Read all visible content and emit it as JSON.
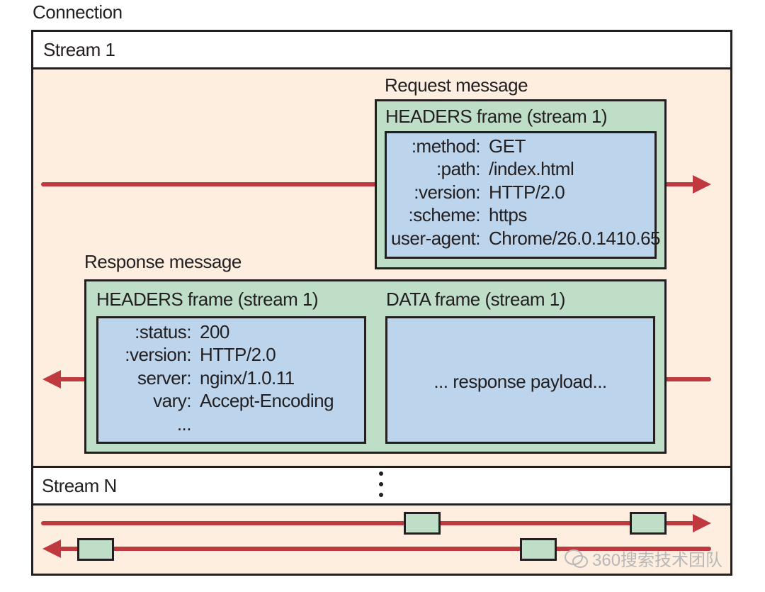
{
  "connection_label": "Connection",
  "stream1": {
    "title": "Stream 1",
    "request": {
      "label": "Request message",
      "frame_title": "HEADERS frame (stream 1)",
      "headers": [
        {
          "key": ":method:",
          "value": "GET"
        },
        {
          "key": ":path:",
          "value": "/index.html"
        },
        {
          "key": ":version:",
          "value": "HTTP/2.0"
        },
        {
          "key": ":scheme:",
          "value": "https"
        },
        {
          "key": "user-agent:",
          "value": "Chrome/26.0.1410.65"
        }
      ]
    },
    "response": {
      "label": "Response message",
      "headers_frame_title": "HEADERS frame (stream 1)",
      "headers": [
        {
          "key": ":status:",
          "value": "200"
        },
        {
          "key": ":version:",
          "value": "HTTP/2.0"
        },
        {
          "key": "server:",
          "value": "nginx/1.0.11"
        },
        {
          "key": "vary:",
          "value": "Accept-Encoding"
        },
        {
          "key": "...",
          "value": ""
        }
      ],
      "data_frame_title": "DATA frame (stream 1)",
      "payload": "... response payload..."
    }
  },
  "streamN": {
    "title": "Stream N"
  },
  "watermark": "360搜索技术团队",
  "colors": {
    "stream_bg": "#fdeee0",
    "frame_green": "#bfdec8",
    "payload_blue": "#bcd4ec",
    "arrow_red": "#c0393e",
    "outline": "#231f20"
  }
}
